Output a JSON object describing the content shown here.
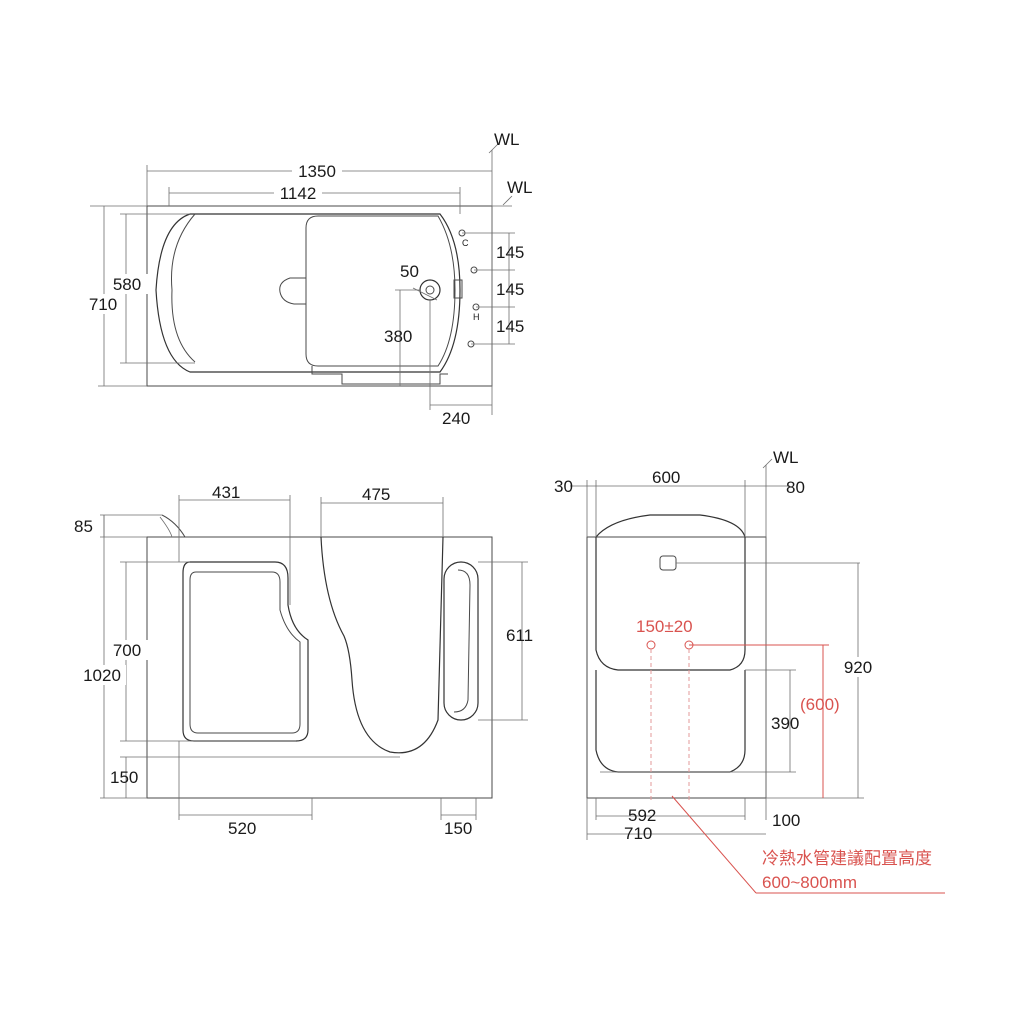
{
  "top_view": {
    "wl_labels": [
      "WL",
      "WL"
    ],
    "dim_1350": "1350",
    "dim_1142": "1142",
    "dim_580": "580",
    "dim_710": "710",
    "dim_50": "50",
    "dim_380": "380",
    "dim_240": "240",
    "dim_145": [
      "145",
      "145",
      "145"
    ],
    "valve_c": "C",
    "valve_h": "H"
  },
  "front_view": {
    "dim_85": "85",
    "dim_431": "431",
    "dim_475": "475",
    "dim_611": "611",
    "dim_700": "700",
    "dim_1020": "1020",
    "dim_150_left": "150",
    "dim_520": "520",
    "dim_150_bottom": "150"
  },
  "side_view": {
    "wl_label": "WL",
    "dim_30": "30",
    "dim_600": "600",
    "dim_80": "80",
    "dim_920": "920",
    "dim_150_20": "150±20",
    "dim_600_paren": "(600)",
    "dim_390": "390",
    "dim_592": "592",
    "dim_710": "710",
    "dim_100": "100",
    "note_line1": "冷熱水管建議配置高度",
    "note_line2": "600~800mm",
    "accent_color": "#d9534f"
  }
}
